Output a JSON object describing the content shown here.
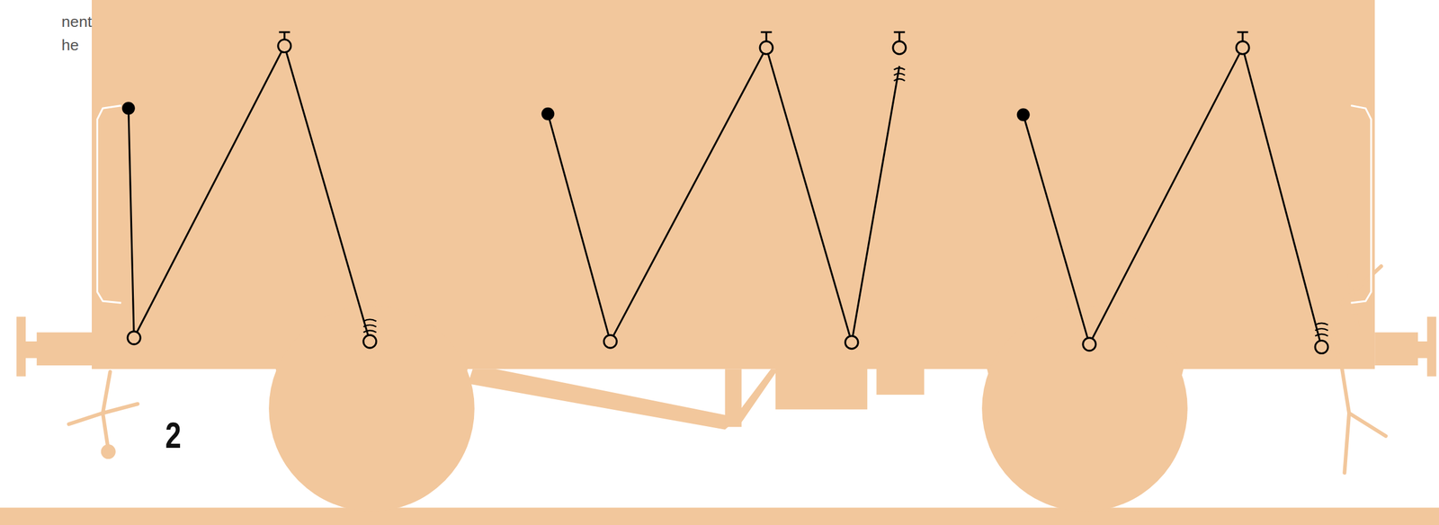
{
  "diagram": {
    "labels": [
      "nent",
      "he",
      "2"
    ]
  }
}
